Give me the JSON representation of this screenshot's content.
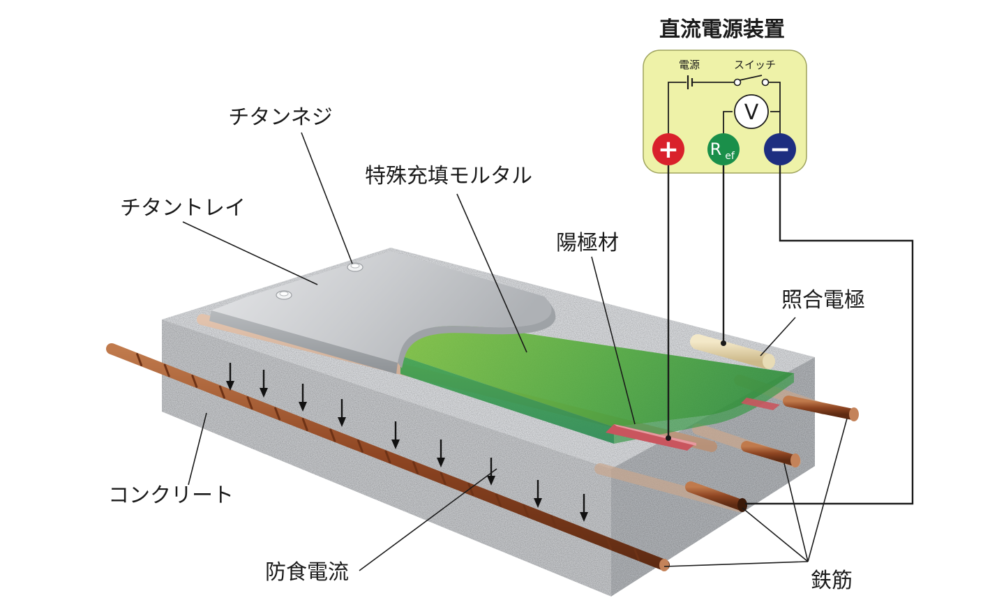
{
  "labels": {
    "titanium_screw": "チタンネジ",
    "special_mortar": "特殊充填モルタル",
    "titanium_tray": "チタントレイ",
    "anode": "陽極材",
    "reference_electrode": "照合電極",
    "concrete": "コンクリート",
    "cp_current": "防食電流",
    "rebar": "鉄筋"
  },
  "power_unit": {
    "title": "直流電源装置",
    "source_label": "電源",
    "switch_label": "スイッチ",
    "voltmeter": "V",
    "plus": "+",
    "minus": "−",
    "ref_main": "R",
    "ref_sub": "ef"
  },
  "colors": {
    "panel": "#eef2a8",
    "plus": "#d9212b",
    "ref": "#1a8f4a",
    "minus": "#1d2e80",
    "mortar": "#5fb531",
    "rebar": "#9c4f28",
    "titanium": "#d2d4d7",
    "concrete": "#c8cacd"
  }
}
